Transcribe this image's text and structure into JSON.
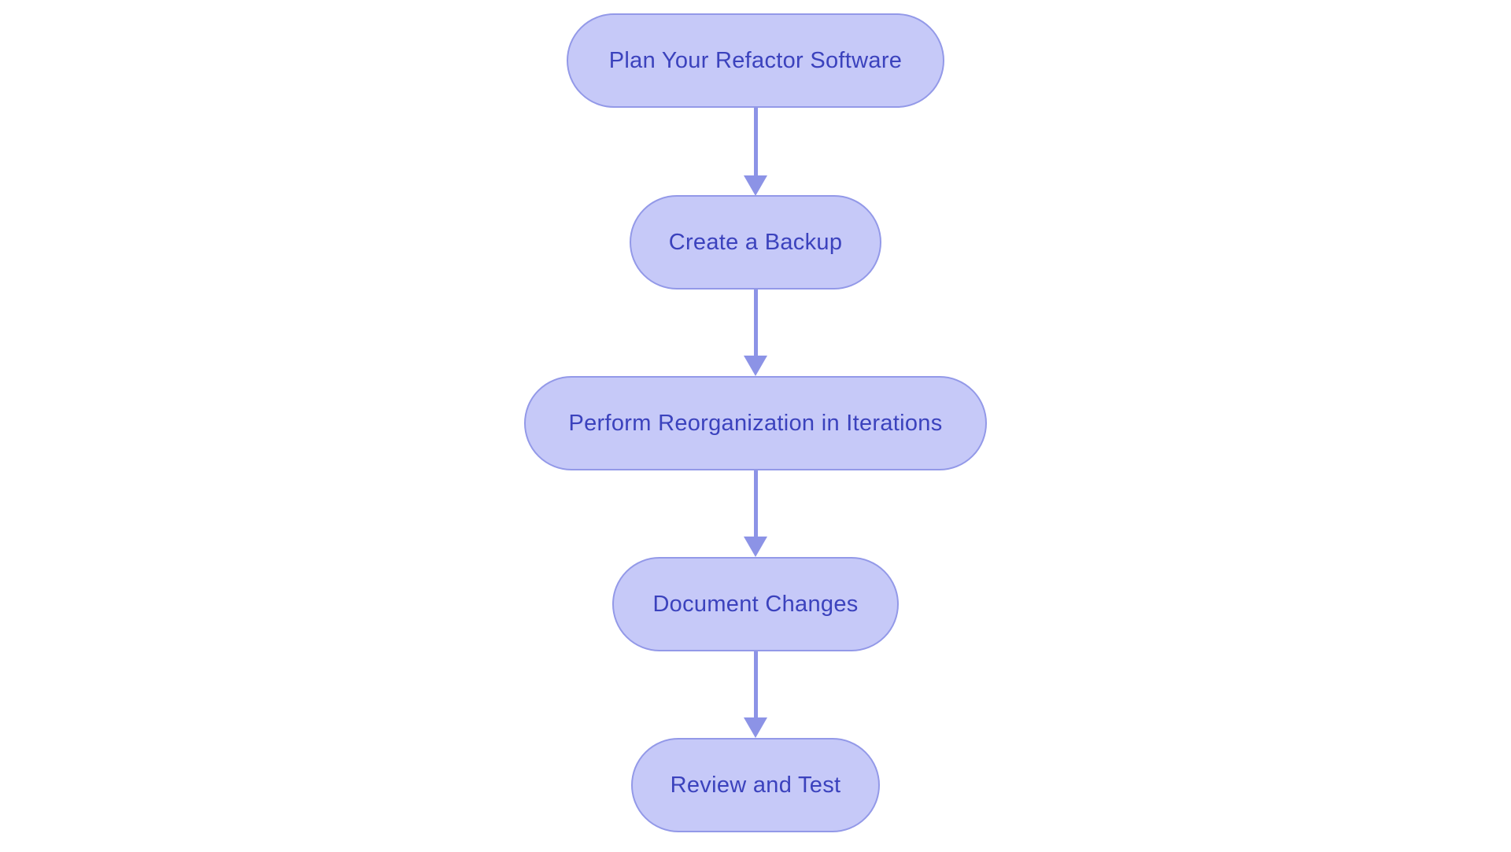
{
  "diagram": {
    "type": "flowchart",
    "direction": "top-down",
    "node_shape": "stadium"
  },
  "nodes": [
    {
      "id": "plan",
      "label": "Plan Your Refactor Software"
    },
    {
      "id": "backup",
      "label": "Create a Backup"
    },
    {
      "id": "reorganize",
      "label": "Perform Reorganization in Iterations"
    },
    {
      "id": "document",
      "label": "Document Changes"
    },
    {
      "id": "review",
      "label": "Review and Test"
    }
  ],
  "edges": [
    {
      "from": "plan",
      "to": "backup"
    },
    {
      "from": "backup",
      "to": "reorganize"
    },
    {
      "from": "reorganize",
      "to": "document"
    },
    {
      "from": "document",
      "to": "review"
    }
  ],
  "colors": {
    "canvas-bg": "#ffffff",
    "node-fill": "#c6c9f8",
    "node-border": "#9399e8",
    "node-text": "#3b42bd",
    "arrow": "#8c93e6"
  }
}
